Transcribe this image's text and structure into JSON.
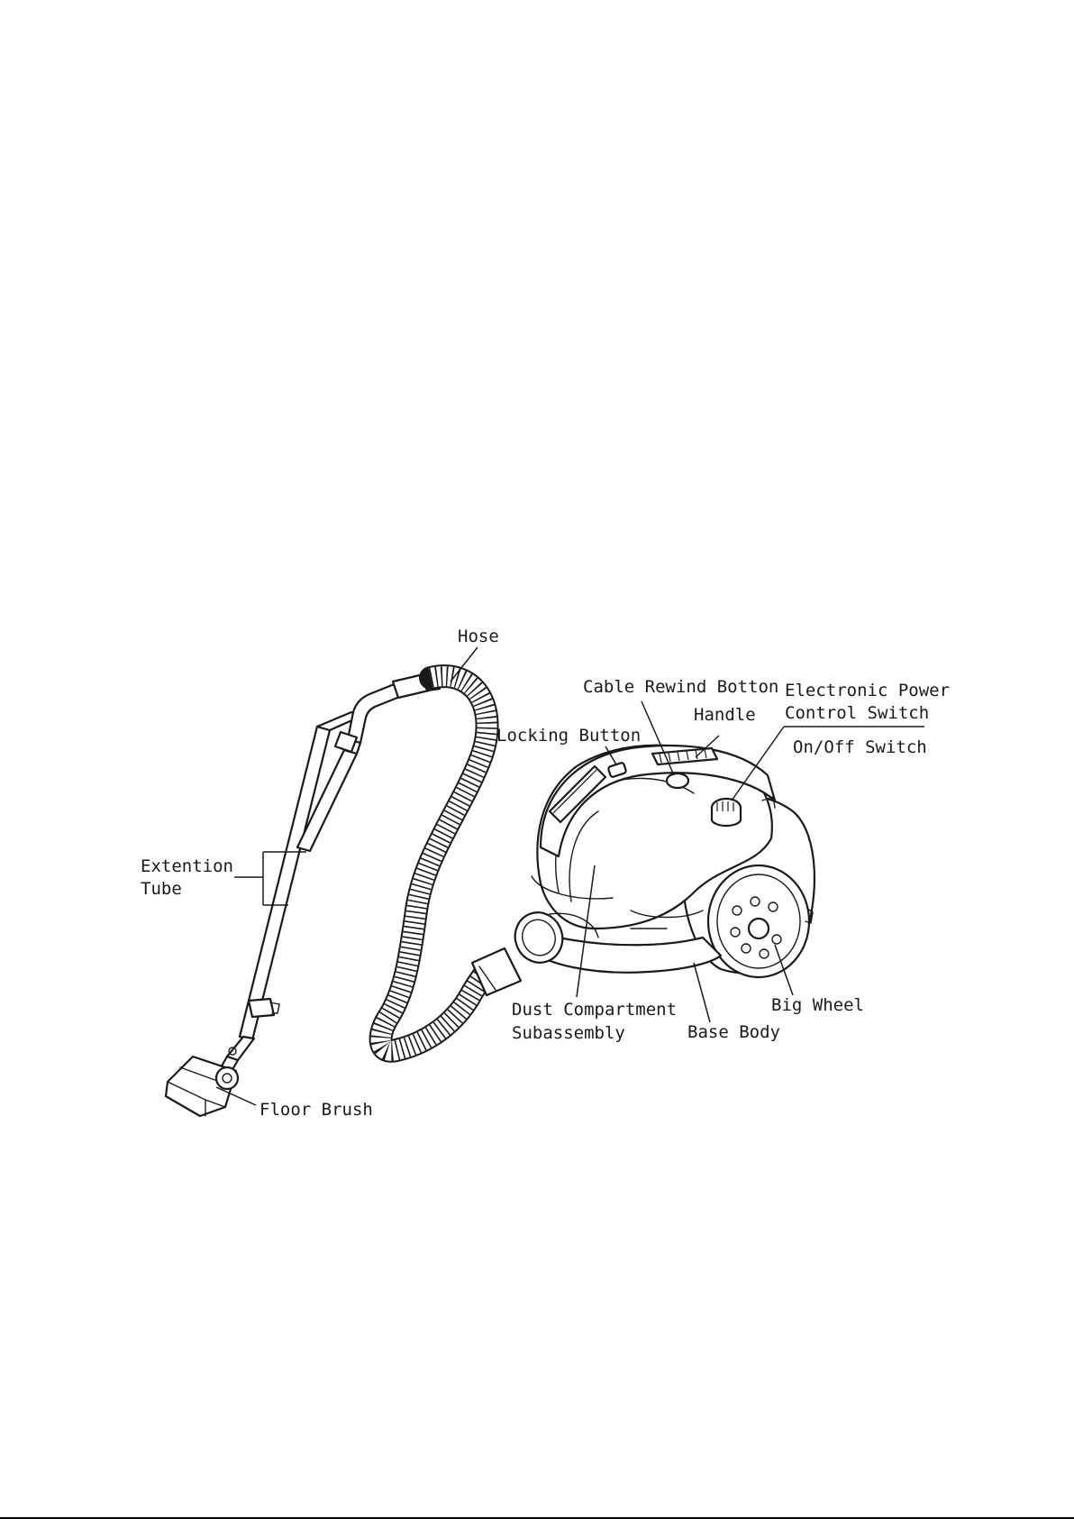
{
  "diagram": {
    "labels": {
      "hose": "Hose",
      "cable_rewind": "Cable Rewind Botton",
      "handle": "Handle",
      "power_control_line1": "Electronic Power",
      "power_control_line2": "Control Switch",
      "onoff": "On/Off Switch",
      "locking": "Locking Button",
      "extention_line1": "Extention",
      "extention_line2": "Tube",
      "dust_line1": "Dust Compartment",
      "dust_line2": "Subassembly",
      "base_body": "Base Body",
      "big_wheel": "Big Wheel",
      "floor_brush": "Floor Brush"
    },
    "colors": {
      "ink": "#1a1a1a",
      "paper": "#ffffff"
    }
  }
}
